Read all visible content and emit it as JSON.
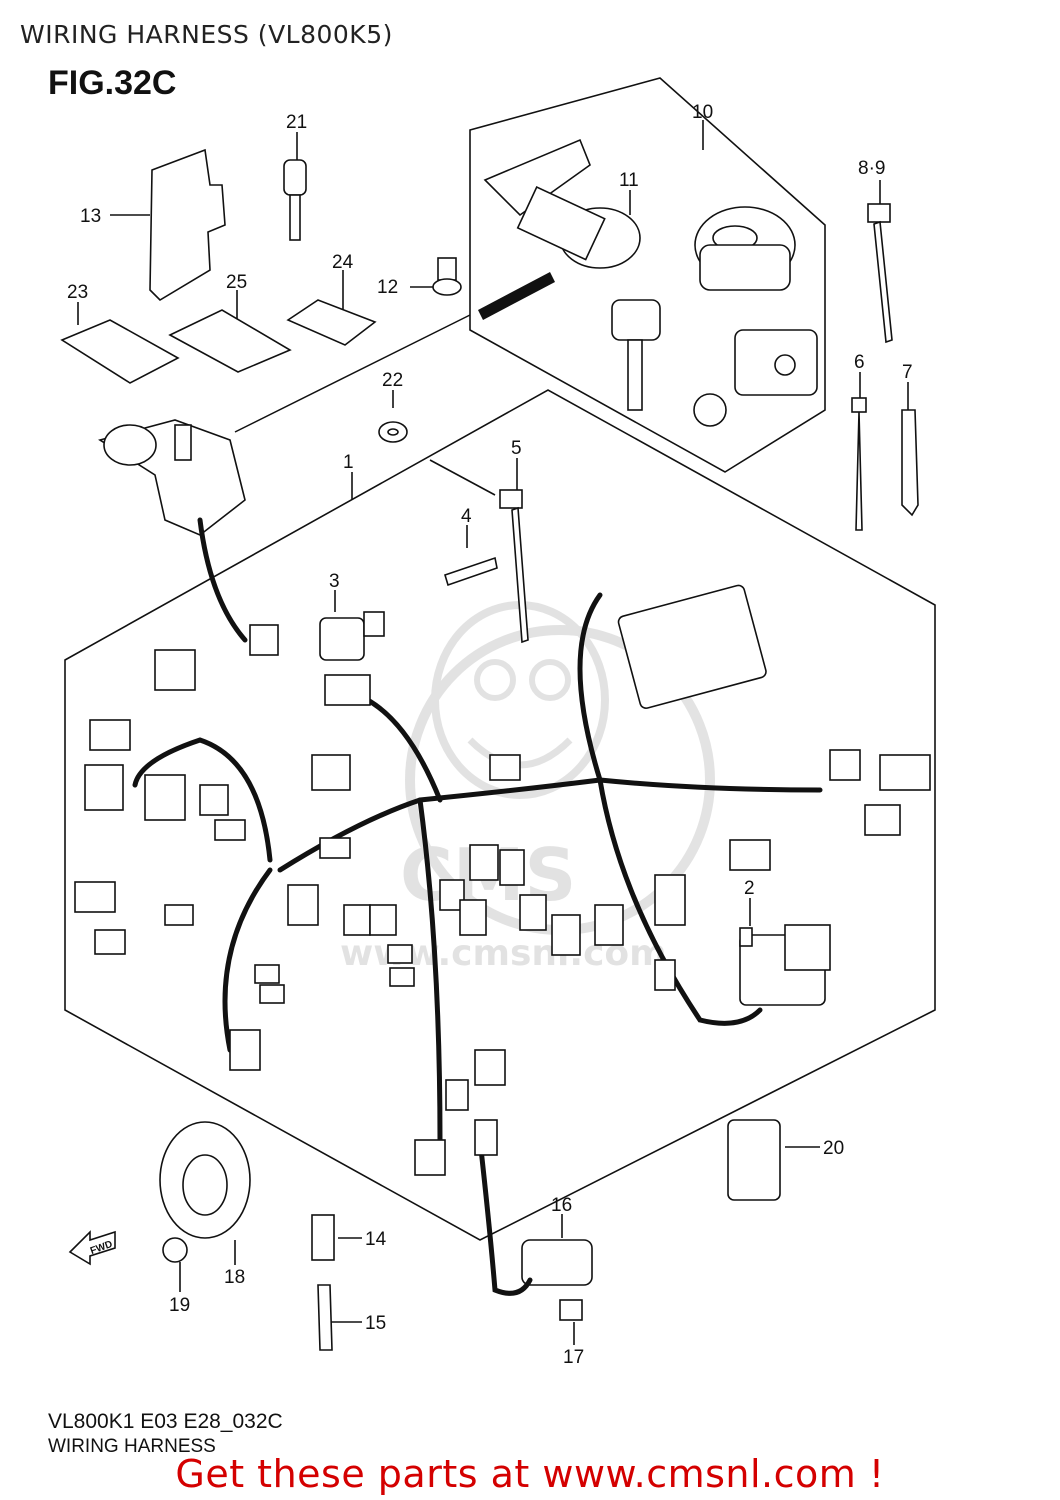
{
  "header": {
    "title": "WIRING HARNESS (VL800K5)",
    "figure": "FIG.32C"
  },
  "parts": [
    {
      "id": "p1",
      "label": "1"
    },
    {
      "id": "p2",
      "label": "2"
    },
    {
      "id": "p3",
      "label": "3"
    },
    {
      "id": "p4",
      "label": "4"
    },
    {
      "id": "p5",
      "label": "5"
    },
    {
      "id": "p6",
      "label": "6"
    },
    {
      "id": "p7",
      "label": "7"
    },
    {
      "id": "p89",
      "label": "8·9"
    },
    {
      "id": "p10",
      "label": "10"
    },
    {
      "id": "p11",
      "label": "11"
    },
    {
      "id": "p12",
      "label": "12"
    },
    {
      "id": "p13",
      "label": "13"
    },
    {
      "id": "p14",
      "label": "14"
    },
    {
      "id": "p15",
      "label": "15"
    },
    {
      "id": "p16",
      "label": "16"
    },
    {
      "id": "p17",
      "label": "17"
    },
    {
      "id": "p18",
      "label": "18"
    },
    {
      "id": "p19",
      "label": "19"
    },
    {
      "id": "p20",
      "label": "20"
    },
    {
      "id": "p21",
      "label": "21"
    },
    {
      "id": "p22",
      "label": "22"
    },
    {
      "id": "p23",
      "label": "23"
    },
    {
      "id": "p24",
      "label": "24"
    },
    {
      "id": "p25",
      "label": "25"
    }
  ],
  "fwd_label": "FWD",
  "watermark": "www.cmsnl.com",
  "footer": {
    "code": "VL800K1 E03 E28_032C",
    "name": "WIRING HARNESS",
    "cta": "Get these parts at www.cmsnl.com !"
  }
}
